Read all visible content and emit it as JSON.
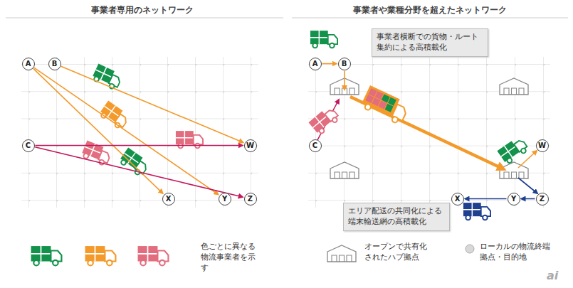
{
  "diagram": {
    "nodes": [
      {
        "text": [
          "A"
        ]
      },
      {
        "text": [
          "B"
        ]
      },
      {
        "text": [
          "C"
        ]
      },
      {
        "text": [
          "W"
        ]
      },
      {
        "text": [
          "X"
        ]
      },
      {
        "text": [
          "Y"
        ]
      },
      {
        "text": [
          "Z"
        ]
      },
      {
        "text": [
          "事業者横断での貨物・ルート集約による高積載化"
        ]
      },
      {
        "text": [
          "A"
        ]
      },
      {
        "text": [
          "B"
        ]
      },
      {
        "text": [
          "C"
        ]
      },
      {
        "text": [
          "W"
        ]
      },
      {
        "text": [
          "X"
        ]
      },
      {
        "text": [
          "Y"
        ]
      },
      {
        "text": [
          "Z"
        ]
      },
      {
        "text": [
          "エリア配送の共同化による端末輸送網の高積載化"
        ]
      }
    ],
    "edges": [
      {
        "from": 0,
        "to": 4,
        "arrow": "to"
      },
      {
        "from": 0,
        "to": 5,
        "arrow": "to"
      },
      {
        "from": 1,
        "to": 3,
        "arrow": "to"
      },
      {
        "from": 2,
        "to": 3,
        "arrow": "to"
      },
      {
        "from": 2,
        "to": 6,
        "arrow": "to"
      },
      {
        "from": 8,
        "to": 9,
        "arrow": "to"
      },
      {
        "from": 13,
        "to": 12,
        "arrow": "to"
      },
      {
        "from": 14,
        "to": 13,
        "arrow": "to"
      }
    ],
    "labels": [
      "事業者専用のネットワーク",
      "事業者や業種分野を超えたネットワーク",
      "ai"
    ],
    "legend": [
      {
        "text": "色ごとに異なる物流事業者を示す"
      },
      {
        "text": "オープンで共有化されたハブ拠点"
      },
      {
        "text": "ローカルの物流終端拠点・目的地"
      }
    ]
  }
}
